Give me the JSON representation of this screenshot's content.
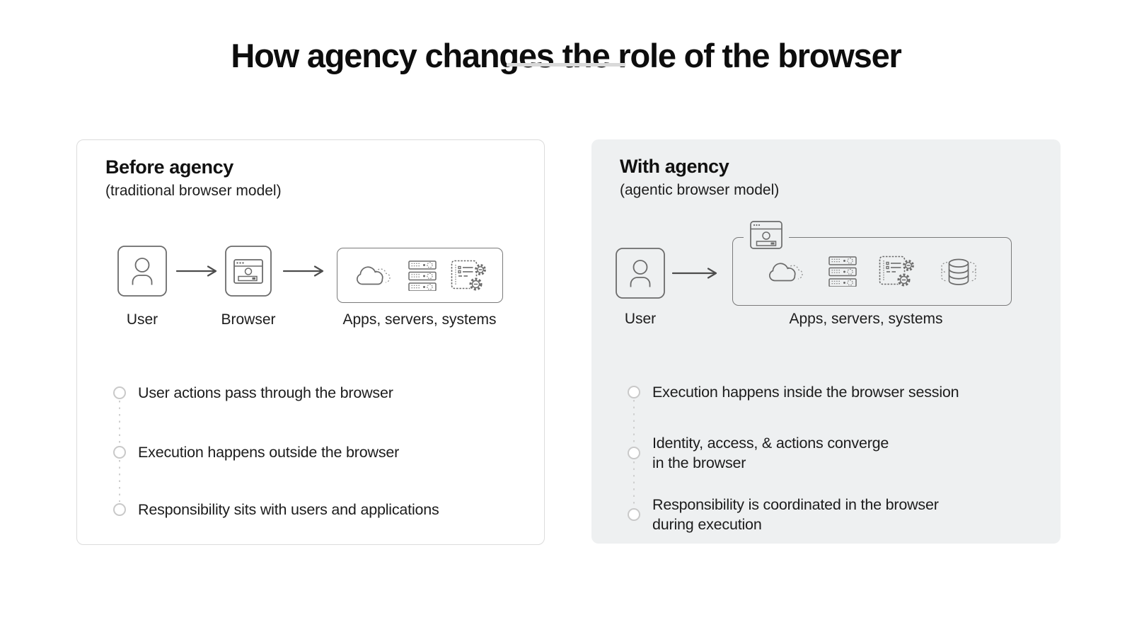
{
  "title": "How agency changes the role of the browser",
  "panels": {
    "before": {
      "heading": "Before agency",
      "subheading": "(traditional browser model)",
      "flow_labels": {
        "user": "User",
        "browser": "Browser",
        "apps": "Apps, servers, systems"
      },
      "bullets": [
        "User actions pass through the browser",
        "Execution happens outside the browser",
        "Responsibility sits with users and applications"
      ]
    },
    "with_agency": {
      "heading": "With agency",
      "subheading": "(agentic browser model)",
      "flow_labels": {
        "user": "User",
        "apps": "Apps, servers, systems"
      },
      "bullets": [
        "Execution happens inside the browser session",
        "Identity, access, & actions converge\nin the browser",
        "Responsibility is coordinated in the browser\nduring execution"
      ]
    }
  },
  "icons": {
    "user": "user-icon",
    "browser": "browser-window-icon",
    "cloud": "cloud-icon",
    "server_stack": "server-stack-icon",
    "document_gear": "document-gear-icon",
    "database": "database-icon",
    "flow_arrow": "arrow-right-icon",
    "bullet_marker": "circle-bullet-icon"
  },
  "colors": {
    "title": "#0d0d0d",
    "text": "#1c1c1c",
    "divider": "#d9d9d9",
    "panel_before_bg": "#ffffff",
    "panel_before_border": "#dcdcdc",
    "panel_with_bg": "#eef0f1",
    "icon_stroke": "#6b6b6b",
    "arrow": "#4c4c4c",
    "bullet_ring": "#c9c9c9"
  }
}
